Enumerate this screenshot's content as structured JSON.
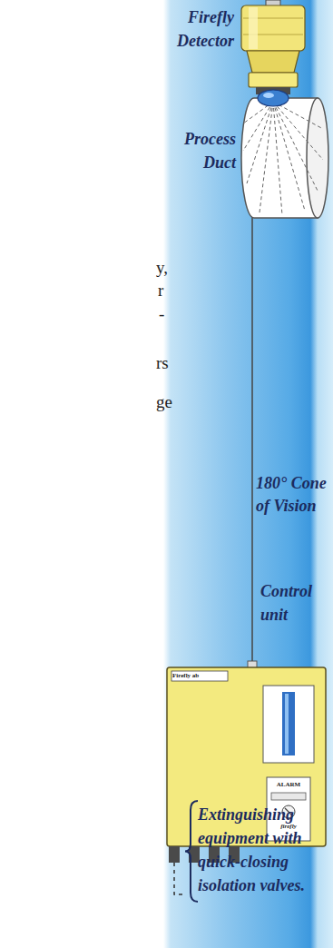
{
  "diagram": {
    "nodes": [
      {
        "text": [
          "Firefly Detector"
        ]
      },
      {
        "text": [
          "Process Duct"
        ]
      },
      {
        "text": [
          "Control unit"
        ]
      },
      {
        "text": [
          "Extinguishing equipment with quick-closing isolation valves."
        ]
      }
    ],
    "edges": [
      {
        "from": 0,
        "to": 2,
        "arrow": "none"
      },
      {
        "from": 2,
        "to": 3,
        "arrow": "none"
      }
    ],
    "labels": [
      "180° Cone of Vision",
      "Firefly ab",
      "ALARM",
      "firefly",
      "y,",
      "r",
      "-",
      "rs",
      "ge"
    ]
  }
}
